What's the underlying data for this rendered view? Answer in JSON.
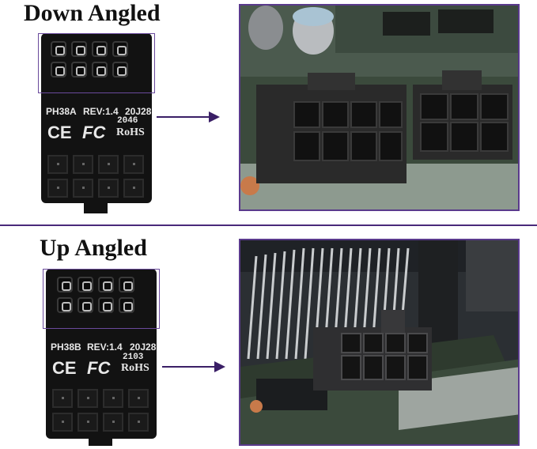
{
  "sections": [
    {
      "heading": "Down Angled",
      "board": {
        "model": "PH38A",
        "rev": "REV:1.4",
        "date": "20J28",
        "code": "2046",
        "ce": "CE",
        "fc": "FC",
        "rohs": "RoHS"
      }
    },
    {
      "heading": "Up Angled",
      "board": {
        "model": "PH38B",
        "rev": "REV:1.4",
        "date": "20J28",
        "code": "2103",
        "ce": "CE",
        "fc": "FC",
        "rohs": "RoHS"
      }
    }
  ],
  "colors": {
    "accent": "#4a2a7a",
    "board": "#121212",
    "text": "#111111"
  },
  "icons": [
    "arrow-right-icon",
    "ce-mark-icon",
    "fc-mark-icon"
  ]
}
